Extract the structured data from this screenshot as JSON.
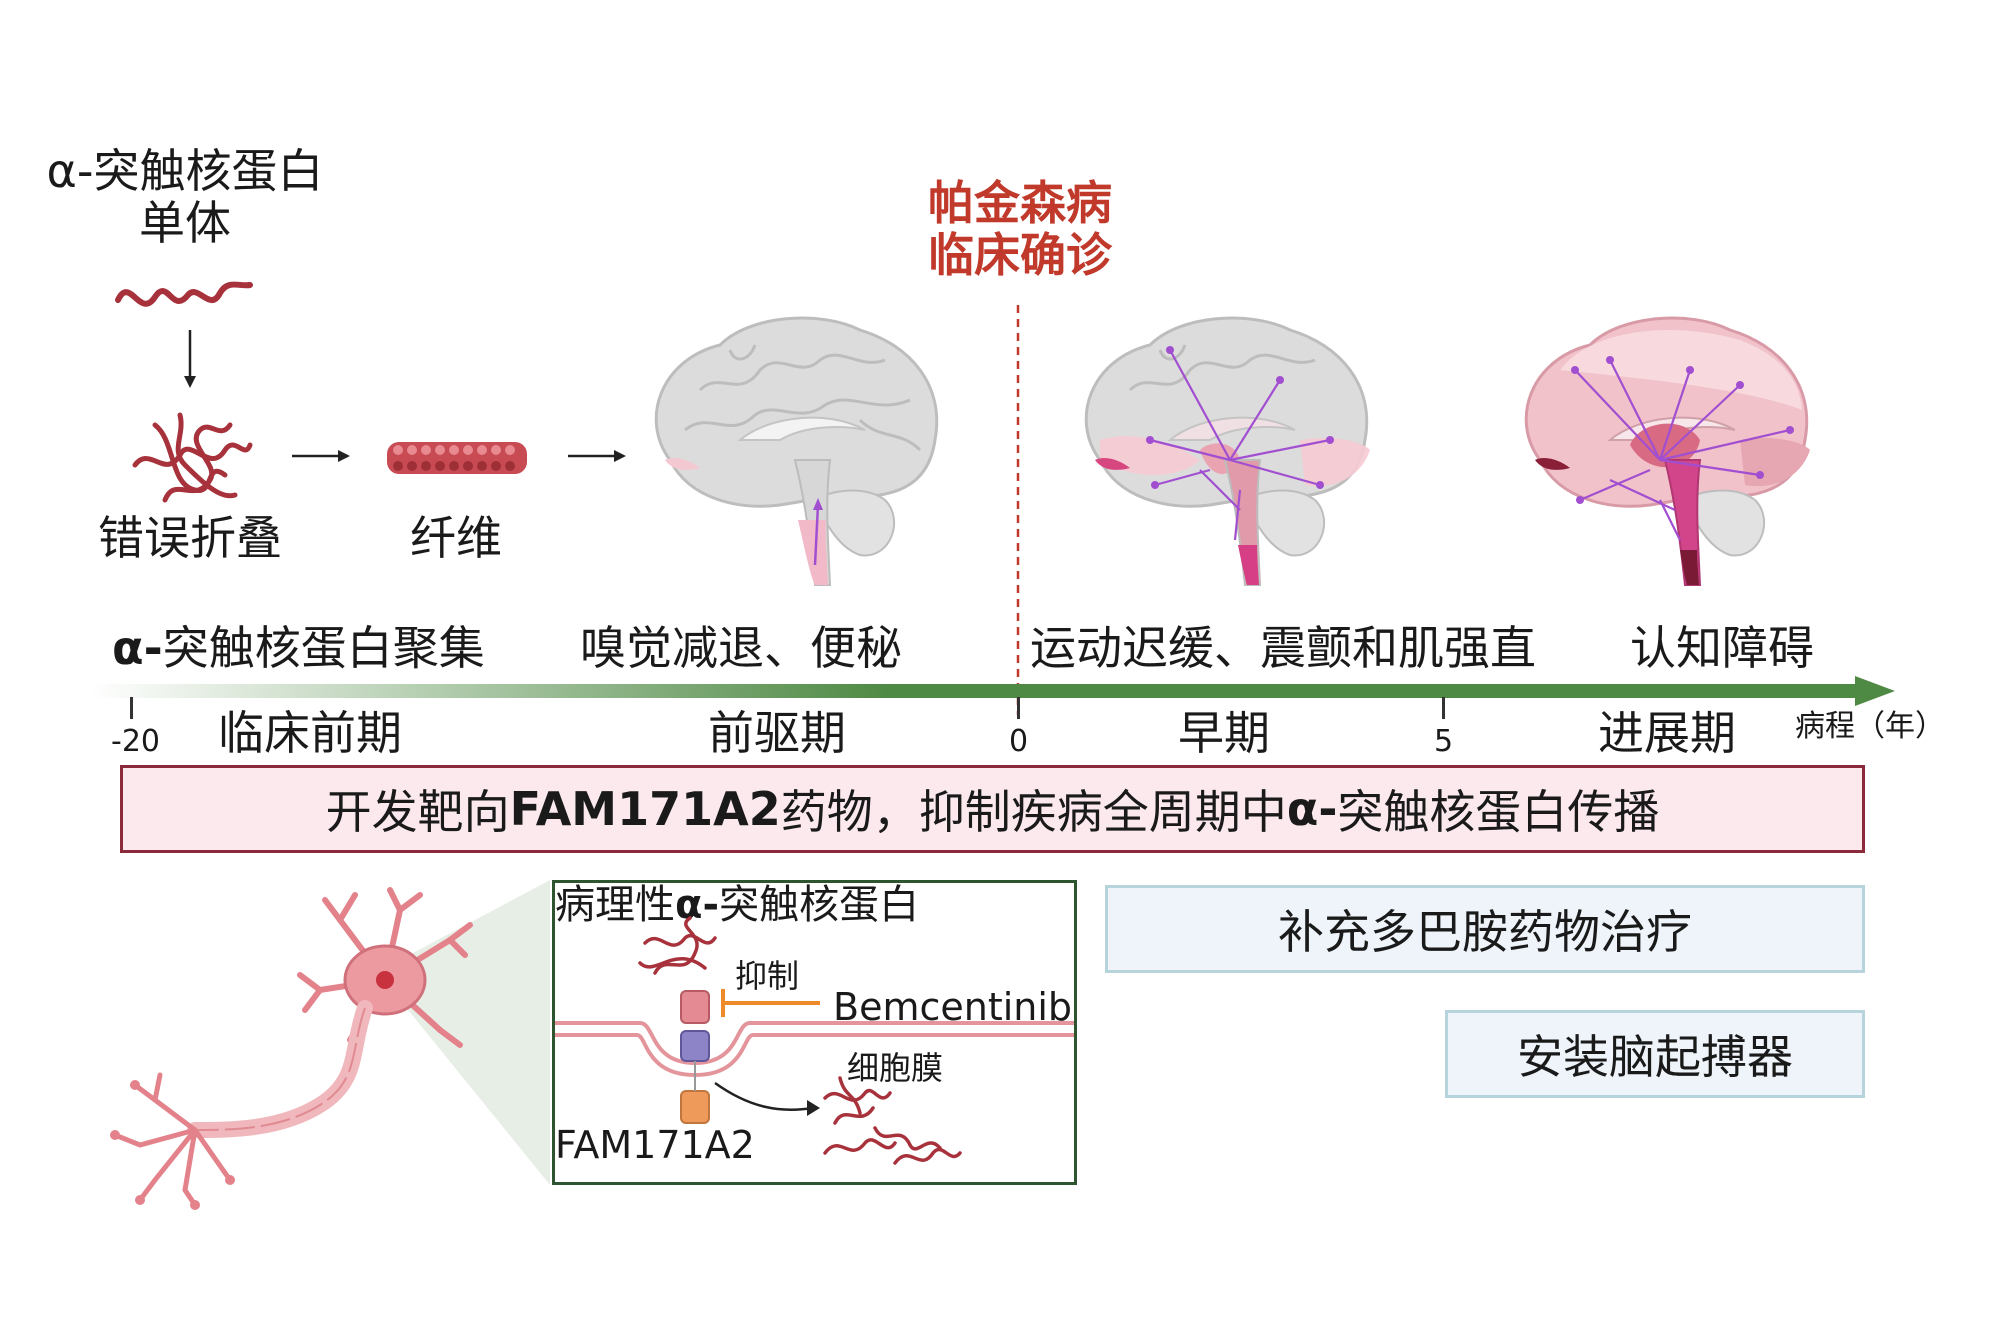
{
  "monomer": {
    "line1": "α-突触核蛋白",
    "line2": "单体"
  },
  "misfold_label": "错误折叠",
  "fiber_label": "纤维",
  "diagnosis": {
    "line1": "帕金森病",
    "line2": "临床确诊"
  },
  "symptoms": {
    "aggregation": {
      "prefix": "α-",
      "rest": "突触核蛋白聚集"
    },
    "prodromal": "嗅觉减退、便秘",
    "early": "运动迟缓、震颤和肌强直",
    "advanced": "认知障碍"
  },
  "timeline": {
    "ticks": [
      "-20",
      "0",
      "5"
    ],
    "stages": [
      "临床前期",
      "前驱期",
      "早期",
      "进展期"
    ],
    "axis_unit": "病程（年）",
    "arrow_color": "#4f8a45"
  },
  "drug_banner": {
    "p1": "开发靶向",
    "p2": "FAM171A2",
    "p3": "药物，抑制疾病全周期中",
    "p4": "α-",
    "p5": "突触核蛋白传播"
  },
  "inset": {
    "title_p1": "病理性",
    "title_p2": "α-",
    "title_p3": "突触核蛋白",
    "inhibit_label": "抑制",
    "drug_name": "Bemcentinib",
    "membrane_label": "细胞膜",
    "receptor_label": "FAM171A2"
  },
  "treatments": {
    "dopamine": "补充多巴胺药物治疗",
    "dbs": "安装脑起搏器"
  },
  "colors": {
    "diagnosis_red": "#c0392b",
    "banner_fill": "#fbe9ee",
    "banner_border": "#8a2a3a",
    "treatment_fill": "#eef4fa",
    "treatment_border": "#b7d4dc",
    "inset_border": "#2f5530"
  },
  "icons": [
    "monomer-protein-icon",
    "misfolded-protein-icon",
    "fibril-icon",
    "brain-icon",
    "neuron-icon",
    "inhibition-bar-icon"
  ]
}
